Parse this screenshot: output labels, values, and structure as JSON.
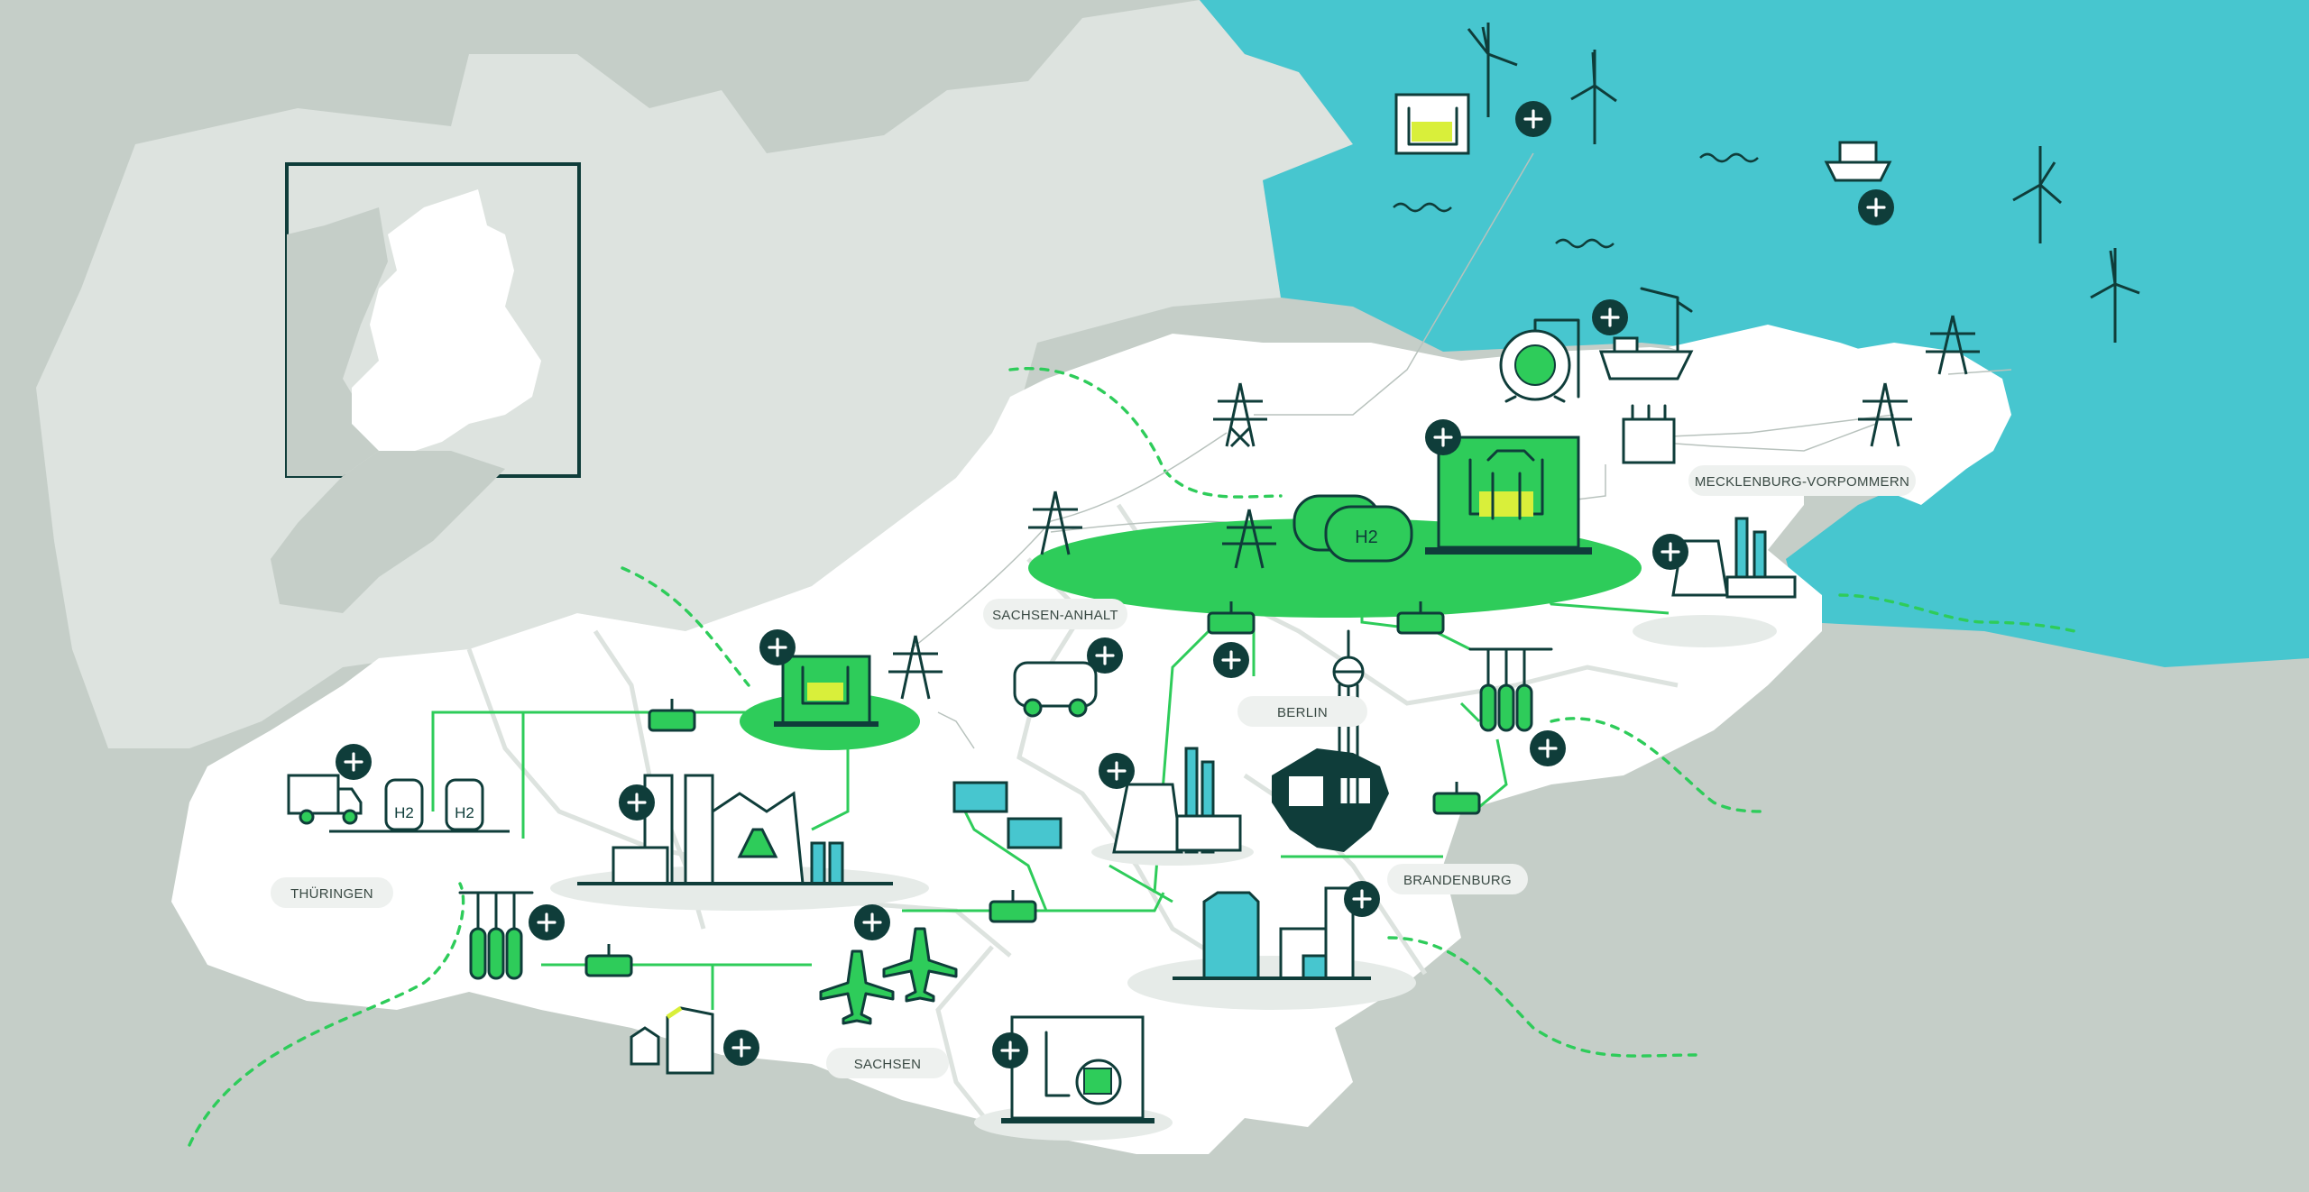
{
  "map": {
    "regions": [
      {
        "id": "mecklenburg-vorpommern",
        "label": "MECKLENBURG-VORPOMMERN"
      },
      {
        "id": "sachsen-anhalt",
        "label": "SACHSEN-ANHALT"
      },
      {
        "id": "berlin",
        "label": "BERLIN"
      },
      {
        "id": "brandenburg",
        "label": "BRANDENBURG"
      },
      {
        "id": "thueringen",
        "label": "THÜRINGEN"
      },
      {
        "id": "sachsen",
        "label": "SACHSEN"
      }
    ],
    "icon_labels": {
      "h2_tank": "H2",
      "h2_pump": "H2"
    },
    "colors": {
      "sea": "#47c6cf",
      "land_outer": "#c5cec8",
      "land_light": "#dde3df",
      "region": "#ffffff",
      "accent_green": "#2ecc5a",
      "ink": "#0f3d3a",
      "electrolyzer_yellow": "#d9ef3a"
    },
    "expand_buttons": [
      "offshore-electrolyzer",
      "ship-port",
      "tanker-port",
      "hub-electrolyzer",
      "power-plant-mv",
      "storage-east",
      "bus",
      "industrial-plant",
      "chemical-park",
      "truck",
      "storage-west",
      "airport",
      "housing",
      "steel-plant",
      "battery-storage",
      "gas-storage"
    ]
  }
}
